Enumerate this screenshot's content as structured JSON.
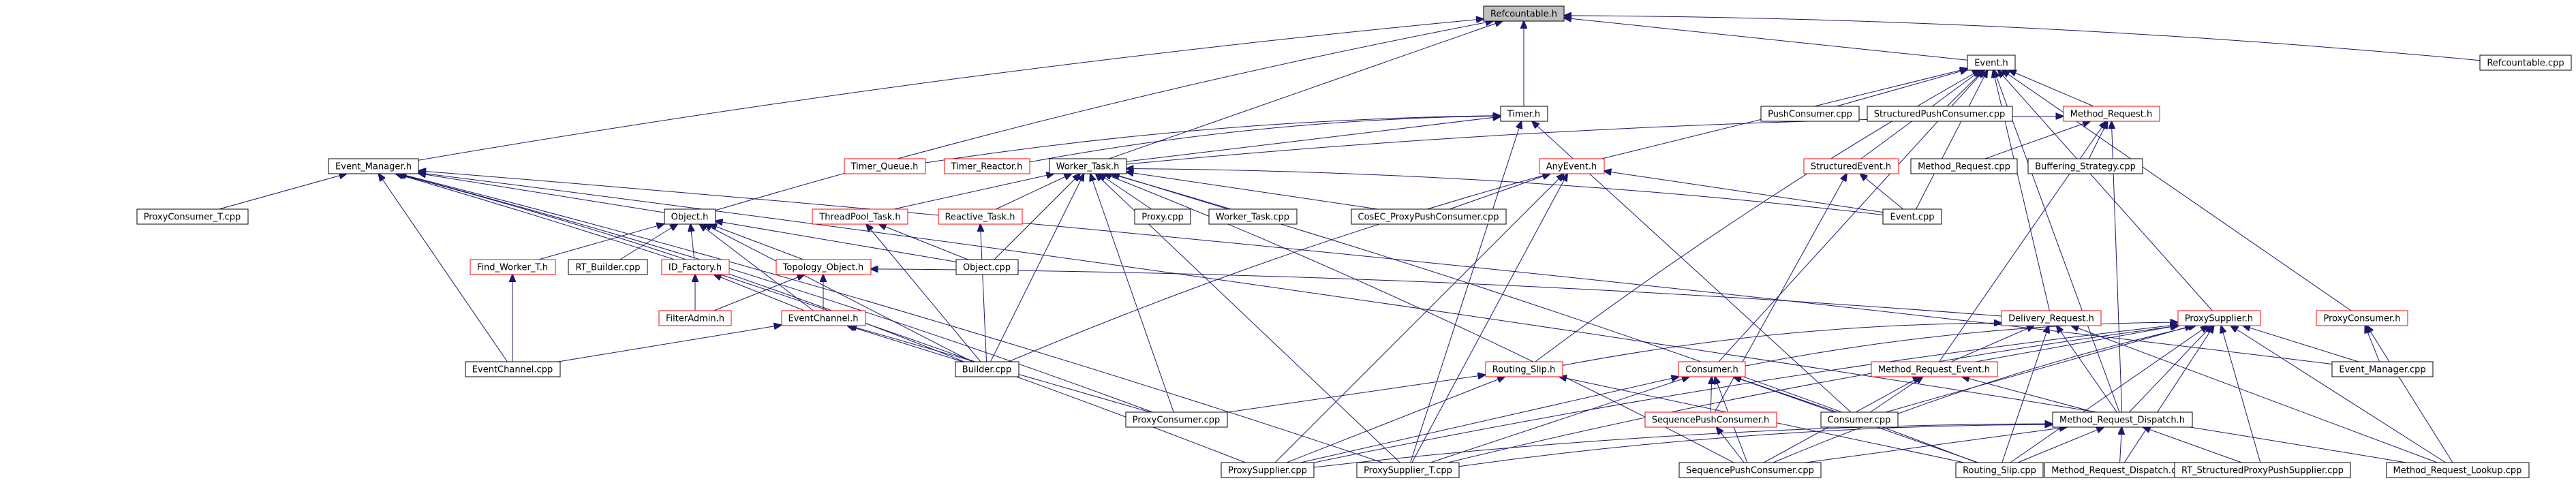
{
  "graph": {
    "root": "Refcountable.h",
    "nodes": [
      {
        "id": "refcountable_h",
        "label": "Refcountable.h",
        "style": "root"
      },
      {
        "id": "event_h",
        "label": "Event.h",
        "style": "black"
      },
      {
        "id": "refcountable_cpp",
        "label": "Refcountable.cpp",
        "style": "black"
      },
      {
        "id": "timer_h",
        "label": "Timer.h",
        "style": "black"
      },
      {
        "id": "pushconsumer_cpp",
        "label": "PushConsumer.cpp",
        "style": "black"
      },
      {
        "id": "structuredpushconsumer_cpp",
        "label": "StructuredPushConsumer.cpp",
        "style": "black"
      },
      {
        "id": "method_request_h",
        "label": "Method_Request.h",
        "style": "red"
      },
      {
        "id": "event_manager_h",
        "label": "Event_Manager.h",
        "style": "black"
      },
      {
        "id": "timer_queue_h",
        "label": "Timer_Queue.h",
        "style": "red"
      },
      {
        "id": "timer_reactor_h",
        "label": "Timer_Reactor.h",
        "style": "red"
      },
      {
        "id": "worker_task_h",
        "label": "Worker_Task.h",
        "style": "black"
      },
      {
        "id": "anyevent_h",
        "label": "AnyEvent.h",
        "style": "red"
      },
      {
        "id": "structuredevent_h",
        "label": "StructuredEvent.h",
        "style": "red"
      },
      {
        "id": "method_request_cpp",
        "label": "Method_Request.cpp",
        "style": "black"
      },
      {
        "id": "buffering_strategy_cpp",
        "label": "Buffering_Strategy.cpp",
        "style": "black"
      },
      {
        "id": "proxyconsumer_t_cpp",
        "label": "ProxyConsumer_T.cpp",
        "style": "black"
      },
      {
        "id": "object_h",
        "label": "Object.h",
        "style": "black"
      },
      {
        "id": "threadpool_task_h",
        "label": "ThreadPool_Task.h",
        "style": "red"
      },
      {
        "id": "reactive_task_h",
        "label": "Reactive_Task.h",
        "style": "red"
      },
      {
        "id": "proxy_cpp",
        "label": "Proxy.cpp",
        "style": "black"
      },
      {
        "id": "worker_task_cpp",
        "label": "Worker_Task.cpp",
        "style": "black"
      },
      {
        "id": "cosec_proxypushconsumer_cpp",
        "label": "CosEC_ProxyPushConsumer.cpp",
        "style": "black"
      },
      {
        "id": "event_cpp",
        "label": "Event.cpp",
        "style": "black"
      },
      {
        "id": "find_worker_t_h",
        "label": "Find_Worker_T.h",
        "style": "red"
      },
      {
        "id": "rt_builder_cpp",
        "label": "RT_Builder.cpp",
        "style": "black"
      },
      {
        "id": "id_factory_h",
        "label": "ID_Factory.h",
        "style": "red"
      },
      {
        "id": "topology_object_h",
        "label": "Topology_Object.h",
        "style": "red"
      },
      {
        "id": "object_cpp",
        "label": "Object.cpp",
        "style": "black"
      },
      {
        "id": "filteradmin_h",
        "label": "FilterAdmin.h",
        "style": "red"
      },
      {
        "id": "eventchannel_h",
        "label": "EventChannel.h",
        "style": "red"
      },
      {
        "id": "eventchannel_cpp",
        "label": "EventChannel.cpp",
        "style": "black"
      },
      {
        "id": "builder_cpp",
        "label": "Builder.cpp",
        "style": "black"
      },
      {
        "id": "delivery_request_h",
        "label": "Delivery_Request.h",
        "style": "red"
      },
      {
        "id": "proxysupplier_h",
        "label": "ProxySupplier.h",
        "style": "red"
      },
      {
        "id": "proxyconsumer_h",
        "label": "ProxyConsumer.h",
        "style": "red"
      },
      {
        "id": "routing_slip_h",
        "label": "Routing_Slip.h",
        "style": "red"
      },
      {
        "id": "consumer_h",
        "label": "Consumer.h",
        "style": "red"
      },
      {
        "id": "method_request_event_h",
        "label": "Method_Request_Event.h",
        "style": "red"
      },
      {
        "id": "event_manager_cpp",
        "label": "Event_Manager.cpp",
        "style": "black"
      },
      {
        "id": "proxyconsumer_cpp",
        "label": "ProxyConsumer.cpp",
        "style": "black"
      },
      {
        "id": "sequencepushconsumer_h",
        "label": "SequencePushConsumer.h",
        "style": "red"
      },
      {
        "id": "consumer_cpp",
        "label": "Consumer.cpp",
        "style": "black"
      },
      {
        "id": "method_request_dispatch_h",
        "label": "Method_Request_Dispatch.h",
        "style": "black"
      },
      {
        "id": "proxysupplier_cpp",
        "label": "ProxySupplier.cpp",
        "style": "black"
      },
      {
        "id": "proxysupplier_t_cpp",
        "label": "ProxySupplier_T.cpp",
        "style": "black"
      },
      {
        "id": "sequencepushconsumer_cpp",
        "label": "SequencePushConsumer.cpp",
        "style": "black"
      },
      {
        "id": "routing_slip_cpp",
        "label": "Routing_Slip.cpp",
        "style": "black"
      },
      {
        "id": "method_request_dispatch_cpp",
        "label": "Method_Request_Dispatch.cpp",
        "style": "black"
      },
      {
        "id": "rt_structuredproxypushsupplier_cpp",
        "label": "RT_StructuredProxyPushSupplier.cpp",
        "style": "black"
      },
      {
        "id": "method_request_lookup_cpp",
        "label": "Method_Request_Lookup.cpp",
        "style": "black"
      }
    ],
    "edges": [
      [
        "event_h",
        "refcountable_h"
      ],
      [
        "refcountable_cpp",
        "refcountable_h"
      ],
      [
        "timer_h",
        "refcountable_h"
      ],
      [
        "event_manager_h",
        "refcountable_h"
      ],
      [
        "worker_task_h",
        "refcountable_h"
      ],
      [
        "object_h",
        "refcountable_h"
      ],
      [
        "pushconsumer_cpp",
        "event_h"
      ],
      [
        "structuredpushconsumer_cpp",
        "event_h"
      ],
      [
        "method_request_h",
        "event_h"
      ],
      [
        "anyevent_h",
        "event_h"
      ],
      [
        "structuredevent_h",
        "event_h"
      ],
      [
        "event_cpp",
        "event_h"
      ],
      [
        "consumer_h",
        "event_h"
      ],
      [
        "delivery_request_h",
        "event_h"
      ],
      [
        "proxysupplier_h",
        "event_h"
      ],
      [
        "proxyconsumer_h",
        "event_h"
      ],
      [
        "routing_slip_h",
        "event_h"
      ],
      [
        "method_request_dispatch_h",
        "event_h"
      ],
      [
        "timer_queue_h",
        "timer_h"
      ],
      [
        "timer_reactor_h",
        "timer_h"
      ],
      [
        "worker_task_h",
        "timer_h"
      ],
      [
        "proxysupplier_t_cpp",
        "timer_h"
      ],
      [
        "consumer_cpp",
        "timer_h"
      ],
      [
        "method_request_cpp",
        "method_request_h"
      ],
      [
        "buffering_strategy_cpp",
        "method_request_h"
      ],
      [
        "method_request_event_h",
        "method_request_h"
      ],
      [
        "method_request_dispatch_h",
        "method_request_h"
      ],
      [
        "worker_task_h",
        "method_request_h"
      ],
      [
        "proxyconsumer_t_cpp",
        "event_manager_h"
      ],
      [
        "object_h",
        "event_manager_h"
      ],
      [
        "eventchannel_cpp",
        "event_manager_h"
      ],
      [
        "builder_cpp",
        "event_manager_h"
      ],
      [
        "proxysupplier_cpp",
        "event_manager_h"
      ],
      [
        "proxysupplier_t_cpp",
        "event_manager_h"
      ],
      [
        "proxyconsumer_cpp",
        "event_manager_h"
      ],
      [
        "event_manager_cpp",
        "event_manager_h"
      ],
      [
        "method_request_lookup_cpp",
        "event_manager_h"
      ],
      [
        "threadpool_task_h",
        "worker_task_h"
      ],
      [
        "reactive_task_h",
        "worker_task_h"
      ],
      [
        "proxy_cpp",
        "worker_task_h"
      ],
      [
        "worker_task_cpp",
        "worker_task_h"
      ],
      [
        "cosec_proxypushconsumer_cpp",
        "worker_task_h"
      ],
      [
        "event_cpp",
        "worker_task_h"
      ],
      [
        "object_cpp",
        "worker_task_h"
      ],
      [
        "builder_cpp",
        "worker_task_h"
      ],
      [
        "proxyconsumer_cpp",
        "worker_task_h"
      ],
      [
        "sequencepushconsumer_cpp",
        "worker_task_h"
      ],
      [
        "proxysupplier_t_cpp",
        "worker_task_h"
      ],
      [
        "routing_slip_cpp",
        "worker_task_h"
      ],
      [
        "cosec_proxypushconsumer_cpp",
        "anyevent_h"
      ],
      [
        "event_cpp",
        "anyevent_h"
      ],
      [
        "builder_cpp",
        "anyevent_h"
      ],
      [
        "proxysupplier_t_cpp",
        "anyevent_h"
      ],
      [
        "proxysupplier_cpp",
        "anyevent_h"
      ],
      [
        "event_cpp",
        "structuredevent_h"
      ],
      [
        "sequencepushconsumer_h",
        "structuredevent_h"
      ],
      [
        "object_cpp",
        "threadpool_task_h"
      ],
      [
        "builder_cpp",
        "threadpool_task_h"
      ],
      [
        "builder_cpp",
        "reactive_task_h"
      ],
      [
        "find_worker_t_h",
        "object_h"
      ],
      [
        "rt_builder_cpp",
        "object_h"
      ],
      [
        "id_factory_h",
        "object_h"
      ],
      [
        "topology_object_h",
        "object_h"
      ],
      [
        "object_cpp",
        "object_h"
      ],
      [
        "eventchannel_h",
        "object_h"
      ],
      [
        "builder_cpp",
        "object_h"
      ],
      [
        "eventchannel_cpp",
        "find_worker_t_h"
      ],
      [
        "filteradmin_h",
        "id_factory_h"
      ],
      [
        "eventchannel_h",
        "id_factory_h"
      ],
      [
        "filteradmin_h",
        "topology_object_h"
      ],
      [
        "eventchannel_h",
        "topology_object_h"
      ],
      [
        "delivery_request_h",
        "topology_object_h"
      ],
      [
        "eventchannel_cpp",
        "eventchannel_h"
      ],
      [
        "builder_cpp",
        "eventchannel_h"
      ],
      [
        "proxyconsumer_cpp",
        "eventchannel_h"
      ],
      [
        "routing_slip_h",
        "delivery_request_h"
      ],
      [
        "method_request_event_h",
        "delivery_request_h"
      ],
      [
        "method_request_dispatch_h",
        "delivery_request_h"
      ],
      [
        "routing_slip_cpp",
        "delivery_request_h"
      ],
      [
        "method_request_lookup_cpp",
        "delivery_request_h"
      ],
      [
        "consumer_h",
        "proxysupplier_h"
      ],
      [
        "method_request_event_h",
        "proxysupplier_h"
      ],
      [
        "method_request_dispatch_h",
        "proxysupplier_h"
      ],
      [
        "event_manager_cpp",
        "proxysupplier_h"
      ],
      [
        "consumer_cpp",
        "proxysupplier_h"
      ],
      [
        "proxysupplier_cpp",
        "proxysupplier_h"
      ],
      [
        "proxysupplier_t_cpp",
        "proxysupplier_h"
      ],
      [
        "routing_slip_cpp",
        "proxysupplier_h"
      ],
      [
        "method_request_dispatch_cpp",
        "proxysupplier_h"
      ],
      [
        "rt_structuredproxypushsupplier_cpp",
        "proxysupplier_h"
      ],
      [
        "method_request_lookup_cpp",
        "proxysupplier_h"
      ],
      [
        "sequencepushconsumer_cpp",
        "proxysupplier_h"
      ],
      [
        "event_manager_cpp",
        "proxyconsumer_h"
      ],
      [
        "method_request_lookup_cpp",
        "proxyconsumer_h"
      ],
      [
        "proxysupplier_cpp",
        "routing_slip_h"
      ],
      [
        "proxyconsumer_cpp",
        "routing_slip_h"
      ],
      [
        "routing_slip_cpp",
        "routing_slip_h"
      ],
      [
        "sequencepushconsumer_h",
        "consumer_h"
      ],
      [
        "consumer_cpp",
        "consumer_h"
      ],
      [
        "proxysupplier_cpp",
        "consumer_h"
      ],
      [
        "proxysupplier_t_cpp",
        "consumer_h"
      ],
      [
        "sequencepushconsumer_cpp",
        "consumer_h"
      ],
      [
        "routing_slip_cpp",
        "consumer_h"
      ],
      [
        "consumer_cpp",
        "method_request_event_h"
      ],
      [
        "sequencepushconsumer_cpp",
        "method_request_event_h"
      ],
      [
        "method_request_dispatch_h",
        "method_request_event_h"
      ],
      [
        "sequencepushconsumer_cpp",
        "sequencepushconsumer_h"
      ],
      [
        "proxysupplier_cpp",
        "method_request_dispatch_h"
      ],
      [
        "routing_slip_cpp",
        "method_request_dispatch_h"
      ],
      [
        "method_request_dispatch_cpp",
        "method_request_dispatch_h"
      ],
      [
        "rt_structuredproxypushsupplier_cpp",
        "method_request_dispatch_h"
      ],
      [
        "sequencepushconsumer_cpp",
        "method_request_dispatch_h"
      ],
      [
        "proxysupplier_t_cpp",
        "method_request_dispatch_h"
      ]
    ]
  }
}
